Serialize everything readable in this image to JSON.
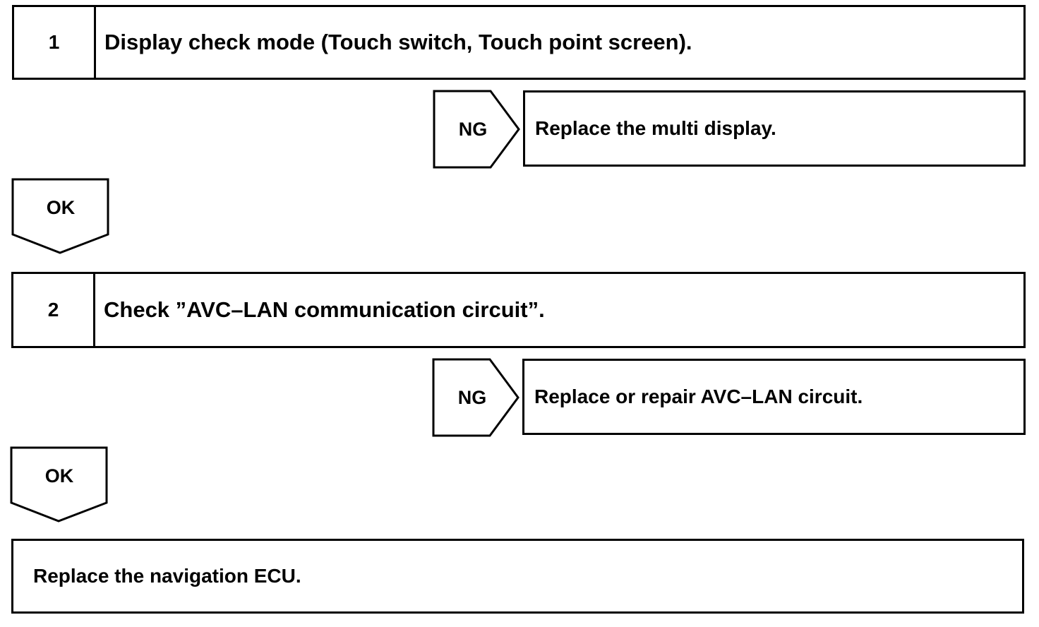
{
  "steps": [
    {
      "number": "1",
      "text": "Display check mode (Touch switch, Touch point screen)."
    },
    {
      "number": "2",
      "text": "Check ”AVC–LAN communication circuit”."
    }
  ],
  "ng_branches": [
    {
      "label": "NG",
      "result": "Replace the multi display."
    },
    {
      "label": "NG",
      "result": "Replace or repair AVC–LAN circuit."
    }
  ],
  "ok_arrows": [
    {
      "label": "OK"
    },
    {
      "label": "OK"
    }
  ],
  "final": {
    "text": "Replace the navigation ECU."
  }
}
